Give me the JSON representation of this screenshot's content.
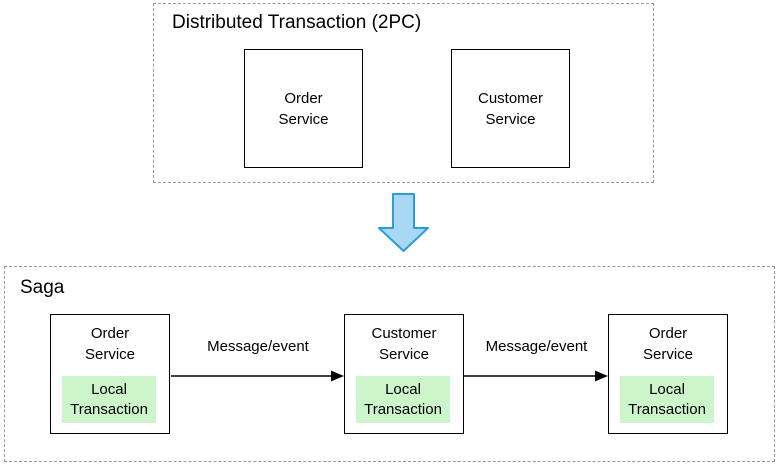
{
  "diagram": {
    "two_pc": {
      "title": "Distributed Transaction (2PC)",
      "services": [
        {
          "name": "Order\nService"
        },
        {
          "name": "Customer\nService"
        }
      ]
    },
    "transition": {
      "arrow_direction": "down"
    },
    "saga": {
      "title": "Saga",
      "steps": [
        {
          "service": "Order\nService",
          "local": "Local\nTransaction"
        },
        {
          "service": "Customer\nService",
          "local": "Local\nTransaction"
        },
        {
          "service": "Order\nService",
          "local": "Local\nTransaction"
        }
      ],
      "arrows": [
        {
          "label": "Message/event"
        },
        {
          "label": "Message/event"
        }
      ]
    }
  },
  "colors": {
    "background": "#ffffff",
    "solid_border": "#000000",
    "dashed_border": "#999999",
    "local_transaction_fill": "#ccf5cc",
    "blue_arrow_fill": "#a8d8f4",
    "blue_arrow_stroke": "#299dd6"
  }
}
